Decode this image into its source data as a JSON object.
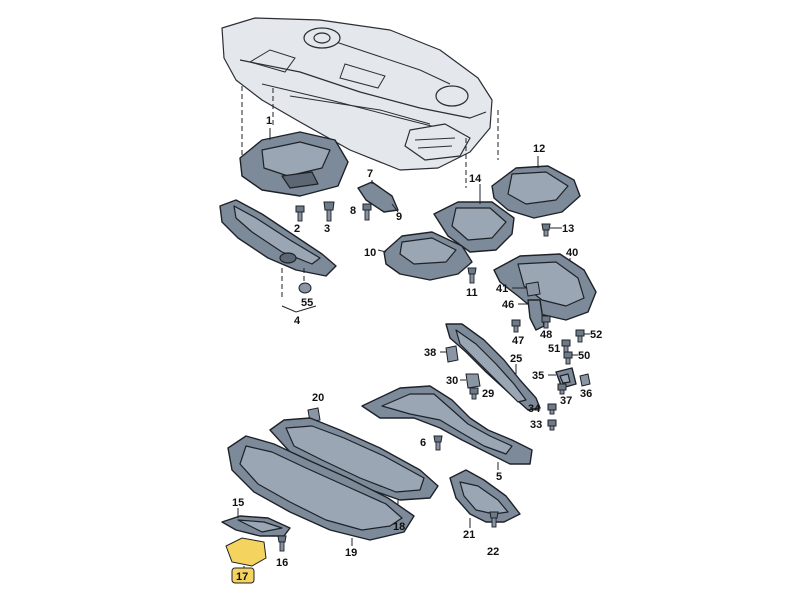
{
  "callouts": {
    "c1": "1",
    "c2": "2",
    "c3": "3",
    "c4": "4",
    "c5": "5",
    "c6": "6",
    "c7": "7",
    "c8": "8",
    "c9": "9",
    "c10": "10",
    "c11": "11",
    "c12": "12",
    "c13": "13",
    "c14": "14",
    "c15": "15",
    "c16": "16",
    "c17": "17",
    "c18": "18",
    "c19": "19",
    "c20": "20",
    "c21": "21",
    "c22": "22",
    "c25": "25",
    "c29": "29",
    "c30": "30",
    "c33": "33",
    "c34": "34",
    "c35": "35",
    "c36": "36",
    "c37": "37",
    "c38": "38",
    "c40": "40",
    "c41": "41",
    "c46": "46",
    "c47": "47",
    "c48": "48",
    "c50": "50",
    "c51": "51",
    "c52": "52",
    "c55": "55"
  },
  "highlight": {
    "part": "17",
    "color": "#f4d35e"
  },
  "colors": {
    "part_fill": "#7d8a99",
    "outline": "#1e2228",
    "car_body": "#e4e7ec"
  }
}
